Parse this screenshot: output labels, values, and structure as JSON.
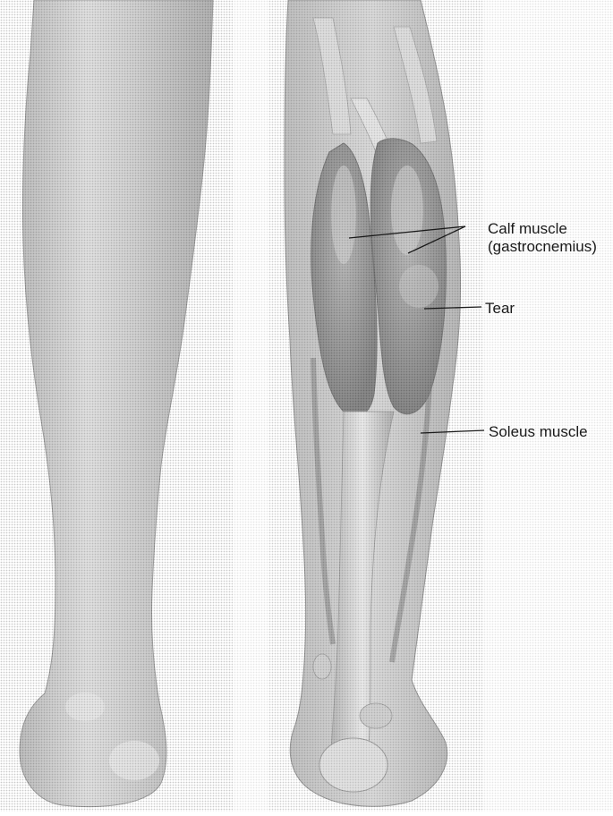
{
  "labels": {
    "calf_line1": "Calf muscle",
    "calf_line2": "(gastrocnemius)",
    "tear": "Tear",
    "soleus": "Soleus muscle"
  },
  "colors": {
    "skin_light": "#d9d9d9",
    "skin_mid": "#a8a8a8",
    "skin_dark": "#7a7a7a",
    "muscle": "#6f6f6f",
    "line": "#1a1a1a"
  }
}
